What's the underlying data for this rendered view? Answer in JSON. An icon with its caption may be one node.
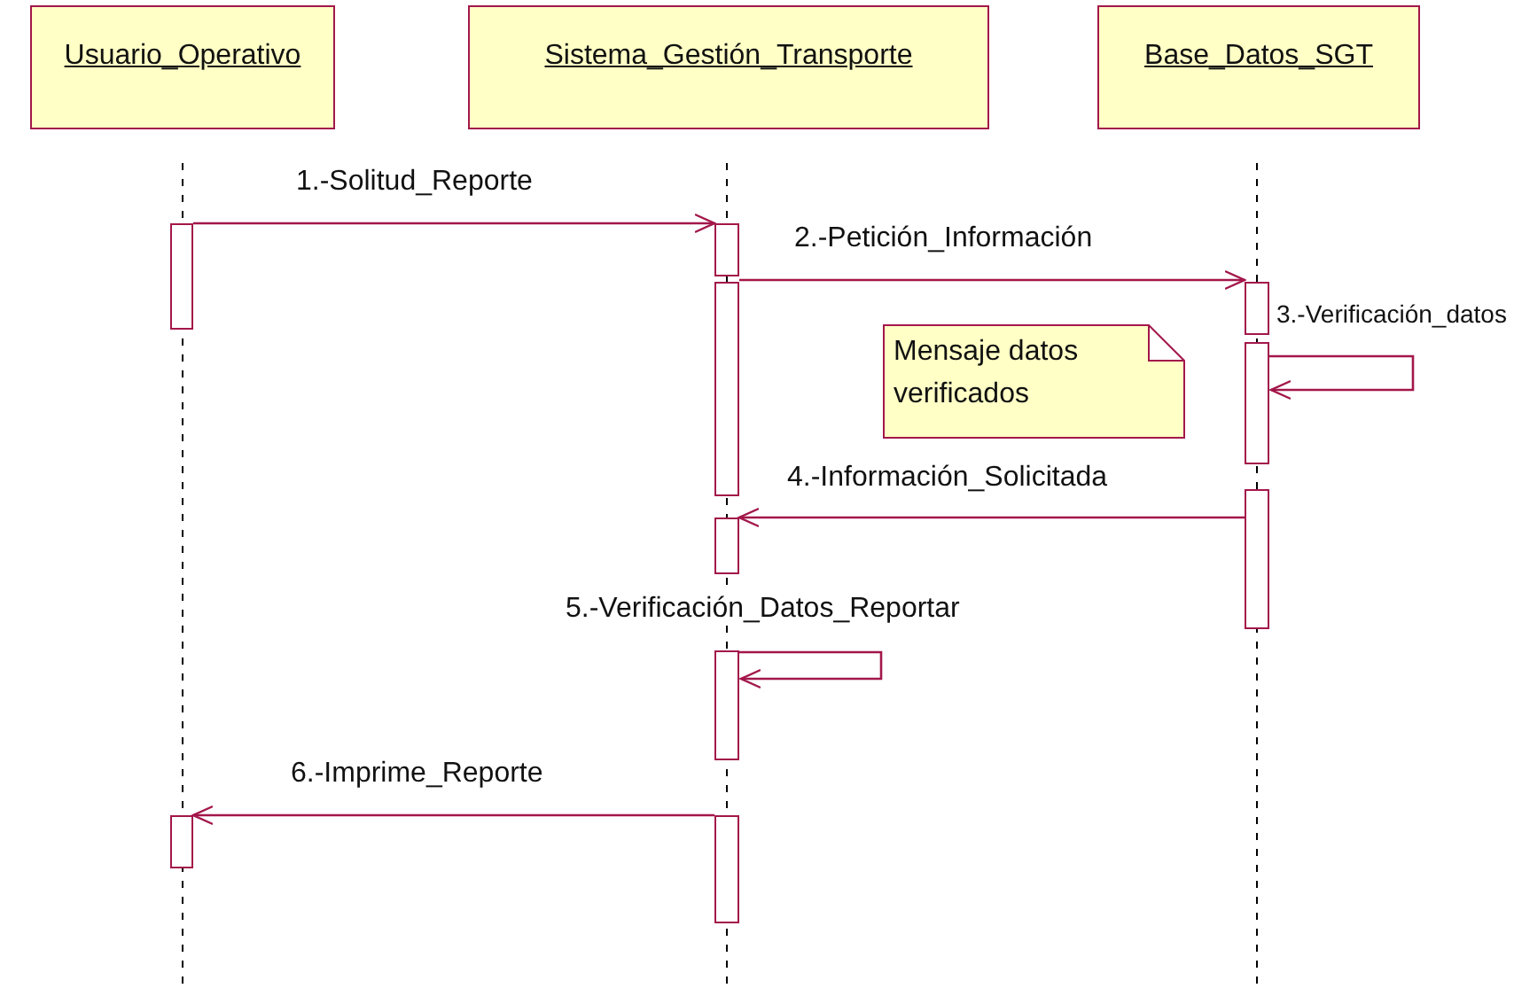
{
  "diagram": {
    "nodes": [
      {
        "text": [
          "Usuario_Operativo"
        ]
      },
      {
        "text": [
          "Sistema_Gestión_Transporte"
        ]
      },
      {
        "text": [
          "Base_Datos_SGT"
        ]
      },
      {
        "text": [
          "Mensaje datos verificados"
        ]
      },
      {
        "text": [],
        "shape": "bar"
      },
      {
        "text": [],
        "shape": "bar"
      },
      {
        "text": [],
        "shape": "bar"
      },
      {
        "text": [],
        "shape": "bar"
      },
      {
        "text": [],
        "shape": "bar"
      },
      {
        "text": [],
        "shape": "bar"
      },
      {
        "text": [],
        "shape": "bar"
      },
      {
        "text": [],
        "shape": "bar"
      },
      {
        "text": [],
        "shape": "bar"
      },
      {
        "text": [],
        "shape": "bar"
      }
    ],
    "edges": [
      {
        "from": 4,
        "to": 5,
        "arrow": "to",
        "label": "1.-Solitud_Reporte"
      },
      {
        "from": 6,
        "to": 7,
        "arrow": "to",
        "label": "2.-Petición_Información"
      },
      {
        "from": 8,
        "to": 8,
        "arrow": "to",
        "label": "3.-Verificación_datos"
      },
      {
        "from": 9,
        "to": 10,
        "arrow": "to",
        "label": "4.-Información_Solicitada"
      },
      {
        "from": 11,
        "to": 11,
        "arrow": "to",
        "label": "5.-Verificación_Datos_Reportar"
      },
      {
        "from": 13,
        "to": 12,
        "arrow": "to",
        "label": "6.-Imprime_Reporte"
      }
    ]
  }
}
